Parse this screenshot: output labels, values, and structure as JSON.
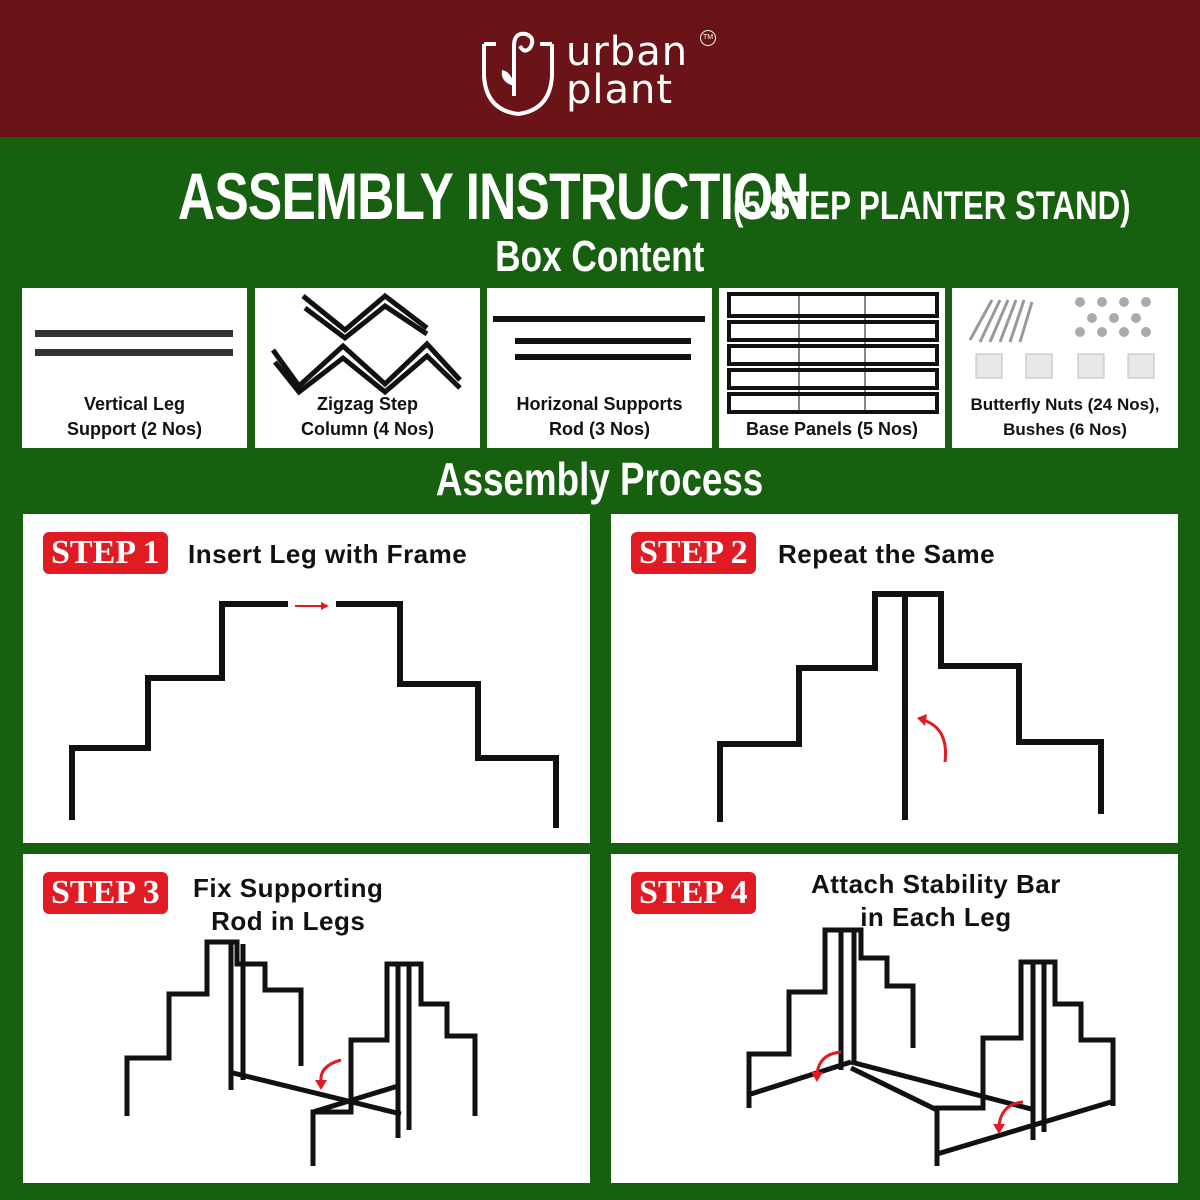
{
  "brand": {
    "line1": "urban",
    "line2": "plant",
    "tm": "TM",
    "colors": {
      "header": "#6a1418",
      "background": "#17600f",
      "badge": "#e01b24"
    }
  },
  "title": {
    "main": "ASSEMBLY INSTRUCTION",
    "sub": "(5 STEP PLANTER STAND)"
  },
  "box_content": {
    "heading": "Box Content",
    "items": [
      {
        "line1": "Vertical Leg",
        "line2": "Support (2 Nos)"
      },
      {
        "line1": "Zigzag Step",
        "line2": "Column (4 Nos)"
      },
      {
        "line1": "Horizonal Supports",
        "line2": "Rod (3 Nos)"
      },
      {
        "line1": "Base Panels (5 Nos)",
        "line2": ""
      },
      {
        "line1": "Butterfly Nuts (24 Nos),",
        "line2": "Bushes (6 Nos)"
      }
    ]
  },
  "process": {
    "heading": "Assembly Process",
    "steps": [
      {
        "badge": "STEP 1",
        "line1": "Insert Leg with Frame",
        "line2": ""
      },
      {
        "badge": "STEP 2",
        "line1": "Repeat the Same",
        "line2": ""
      },
      {
        "badge": "STEP 3",
        "line1": "Fix Supporting",
        "line2": "Rod in Legs"
      },
      {
        "badge": "STEP 4",
        "line1": "Attach Stability Bar",
        "line2": "in Each Leg"
      }
    ]
  }
}
